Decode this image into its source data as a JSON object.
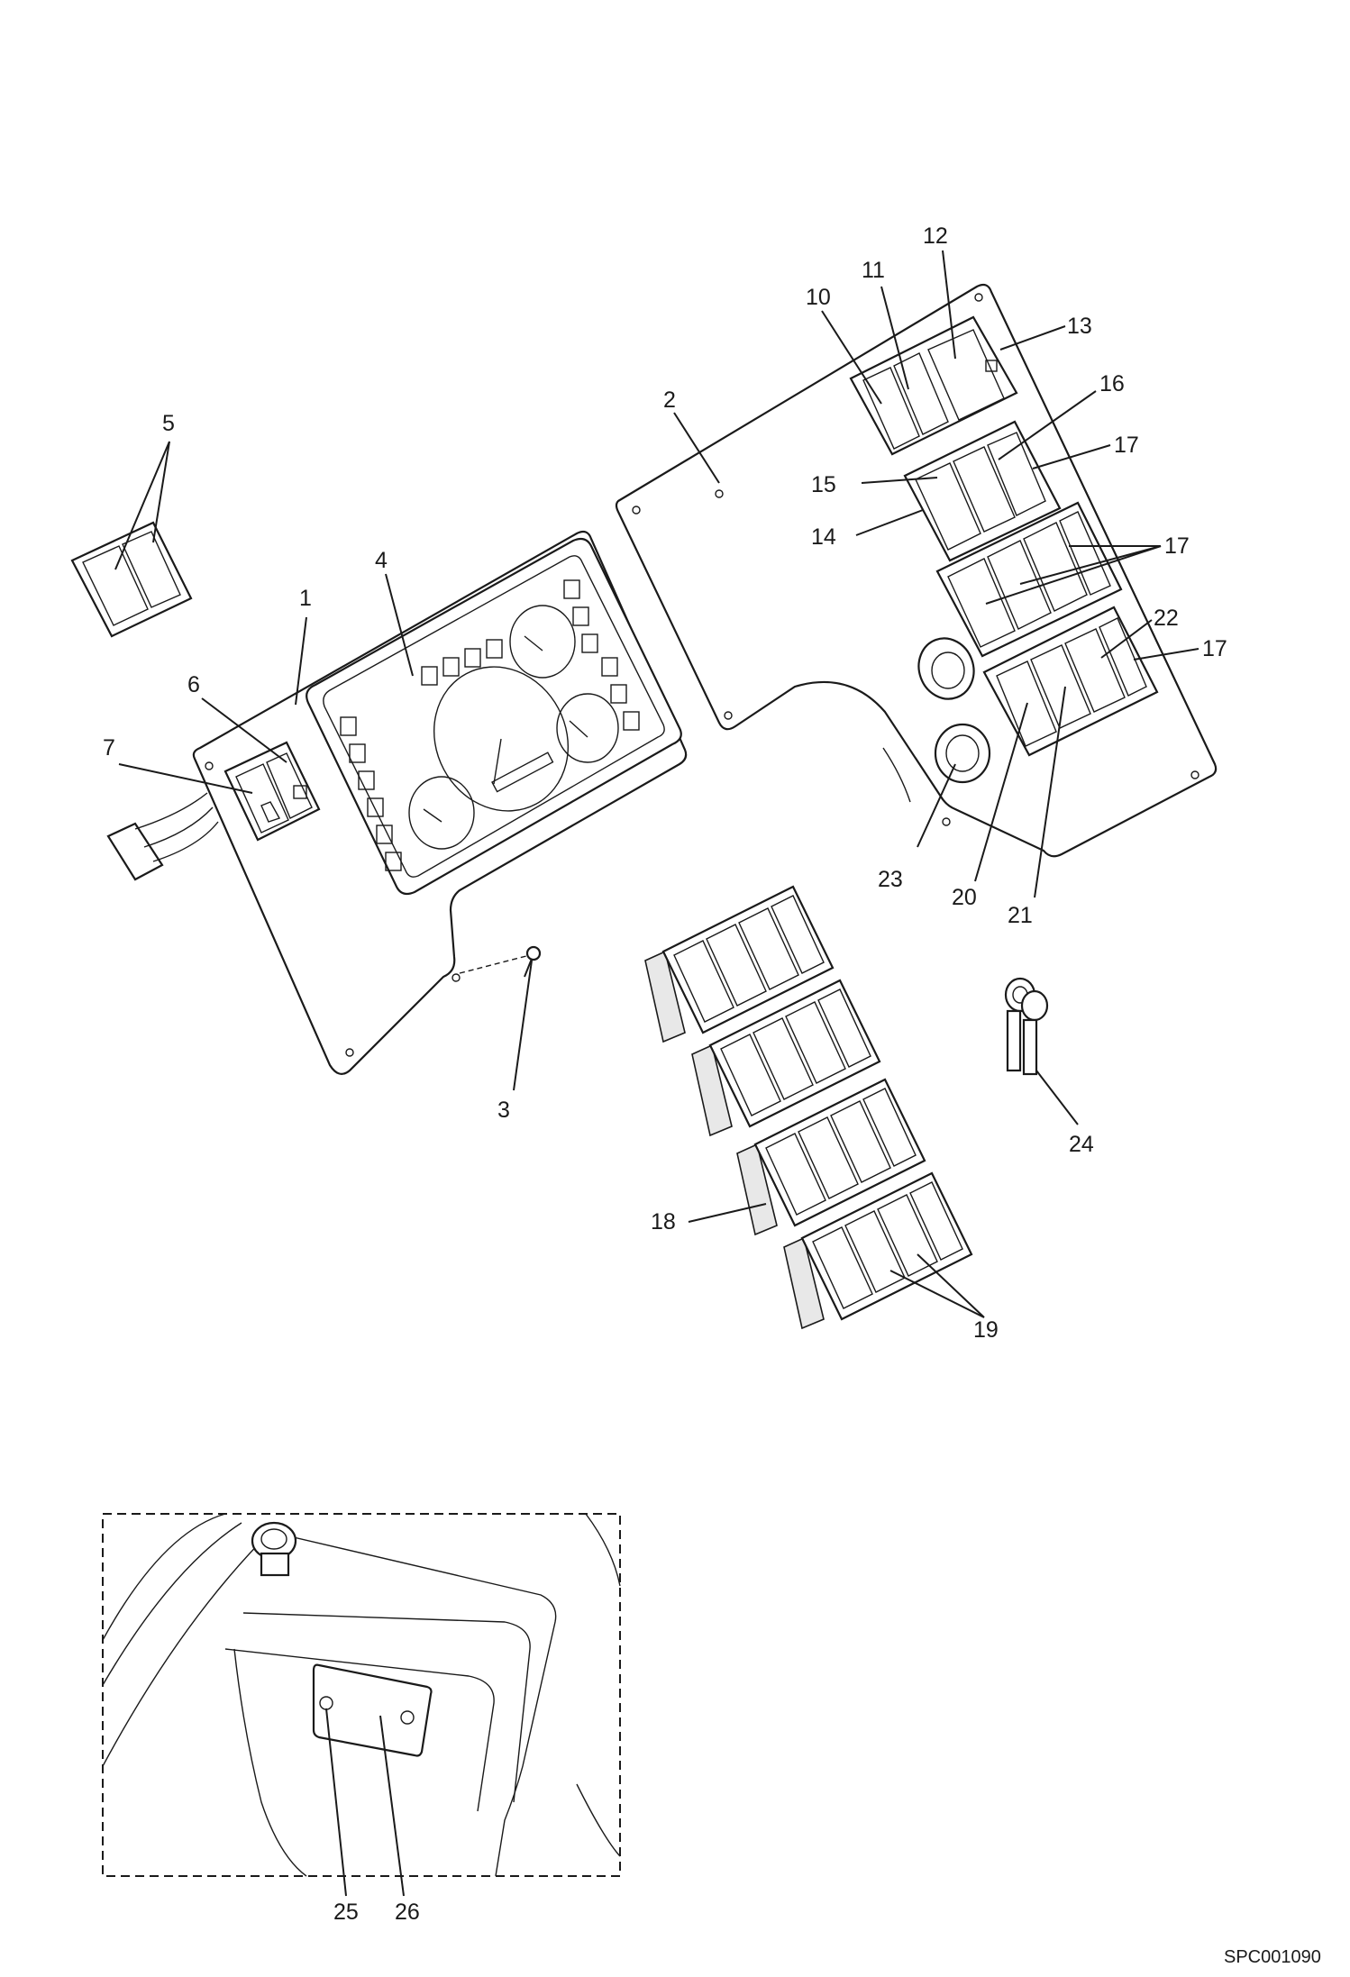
{
  "reference_code": "SPC001090",
  "callouts": [
    {
      "id": "1",
      "text": "1"
    },
    {
      "id": "2",
      "text": "2"
    },
    {
      "id": "3",
      "text": "3"
    },
    {
      "id": "4",
      "text": "4"
    },
    {
      "id": "5",
      "text": "5"
    },
    {
      "id": "6",
      "text": "6"
    },
    {
      "id": "7",
      "text": "7"
    },
    {
      "id": "10",
      "text": "10"
    },
    {
      "id": "11",
      "text": "11"
    },
    {
      "id": "12",
      "text": "12"
    },
    {
      "id": "13",
      "text": "13"
    },
    {
      "id": "14",
      "text": "14"
    },
    {
      "id": "15",
      "text": "15"
    },
    {
      "id": "16",
      "text": "16"
    },
    {
      "id": "17a",
      "text": "17"
    },
    {
      "id": "17b",
      "text": "17"
    },
    {
      "id": "17c",
      "text": "17"
    },
    {
      "id": "18",
      "text": "18"
    },
    {
      "id": "19",
      "text": "19"
    },
    {
      "id": "20",
      "text": "20"
    },
    {
      "id": "21",
      "text": "21"
    },
    {
      "id": "22",
      "text": "22"
    },
    {
      "id": "23",
      "text": "23"
    },
    {
      "id": "24",
      "text": "24"
    },
    {
      "id": "25",
      "text": "25"
    },
    {
      "id": "26",
      "text": "26"
    }
  ]
}
